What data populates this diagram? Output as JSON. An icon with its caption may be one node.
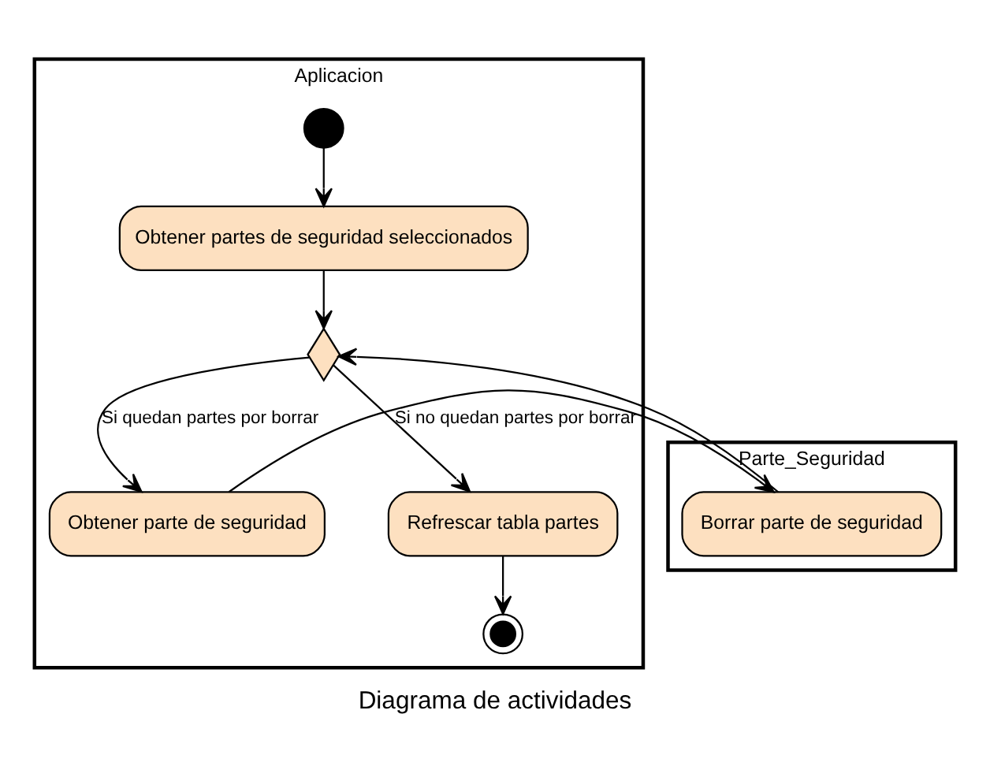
{
  "diagram": {
    "caption": "Diagrama de actividades",
    "nodes": [
      {
        "text": [
          "Aplicacion"
        ]
      },
      {
        "text": [
          "Parte_Seguridad"
        ]
      },
      {
        "text": [],
        "shape": "circle",
        "in": 0
      },
      {
        "text": [
          "Obtener partes de seguridad seleccionados"
        ],
        "in": 0
      },
      {
        "text": [],
        "shape": "diamond",
        "in": 0
      },
      {
        "text": [
          "Obtener parte de seguridad"
        ],
        "in": 0
      },
      {
        "text": [
          "Borrar parte de seguridad"
        ],
        "in": 1
      },
      {
        "text": [
          "Refrescar tabla partes"
        ],
        "in": 0
      },
      {
        "text": [],
        "shape": "circle",
        "in": 0
      }
    ],
    "edges": [
      {
        "from": 2,
        "to": 3,
        "arrow": "to"
      },
      {
        "from": 3,
        "to": 4,
        "arrow": "to"
      },
      {
        "from": 4,
        "to": 5,
        "arrow": "to",
        "label": "Si quedan partes por borrar"
      },
      {
        "from": 5,
        "to": 6,
        "arrow": "to"
      },
      {
        "from": 6,
        "to": 4,
        "arrow": "to"
      },
      {
        "from": 4,
        "to": 7,
        "arrow": "to",
        "label": "Si no quedan partes por borrar"
      },
      {
        "from": 7,
        "to": 8,
        "arrow": "to"
      }
    ]
  }
}
